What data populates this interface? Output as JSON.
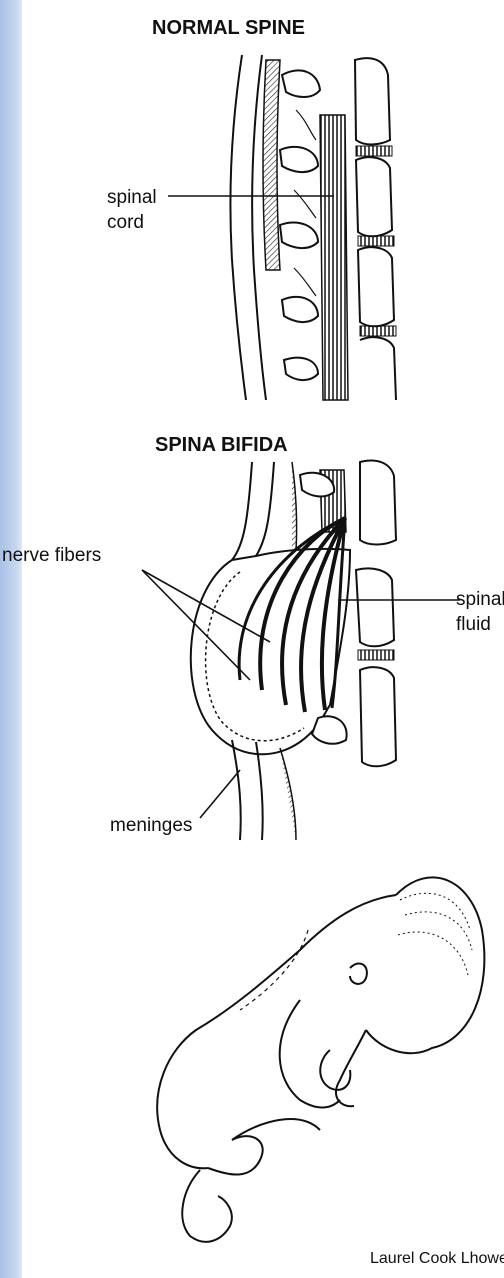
{
  "normal_spine": {
    "title": "NORMAL SPINE",
    "labels": {
      "spinal_cord_line1": "spinal",
      "spinal_cord_line2": "cord"
    }
  },
  "spina_bifida": {
    "title": "SPINA BIFIDA",
    "labels": {
      "nerve_fibers": "nerve fibers",
      "spinal_fluid_line1": "spinal",
      "spinal_fluid_line2": "fluid",
      "meninges": "meninges"
    }
  },
  "credit": "Laurel Cook Lhowe",
  "colors": {
    "background_gradient_left": "#a9c0e6",
    "ink": "#111111",
    "paper": "#ffffff"
  }
}
